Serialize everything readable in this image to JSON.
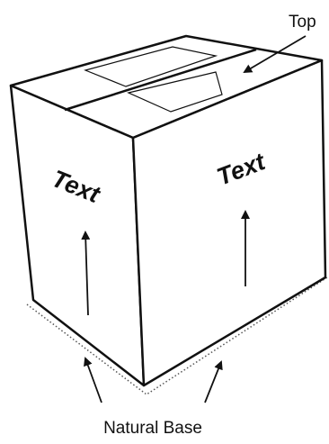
{
  "labels": {
    "top": "Top",
    "base": "Natural Base",
    "left_face_text": "Text",
    "right_face_text": "Text"
  },
  "colors": {
    "stroke": "#111111",
    "fill": "#ffffff"
  }
}
